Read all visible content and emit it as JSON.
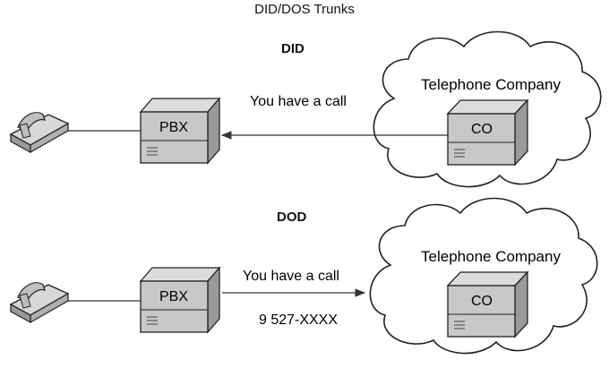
{
  "title": "DID/DOS Trunks",
  "sections": [
    {
      "heading": "DID",
      "pbx_label": "PBX",
      "co_label": "CO",
      "cloud_label": "Telephone Company",
      "message": "You have a call",
      "arrow_direction": "left"
    },
    {
      "heading": "DOD",
      "pbx_label": "PBX",
      "co_label": "CO",
      "cloud_label": "Telephone Company",
      "message": "You have a call",
      "dial_string": "9 527-XXXX",
      "arrow_direction": "right"
    }
  ],
  "colors": {
    "box_front": "#c8c8c8",
    "box_top": "#dcdcdc",
    "box_side": "#9a9a9a",
    "outline": "#222222",
    "line": "#333333"
  }
}
